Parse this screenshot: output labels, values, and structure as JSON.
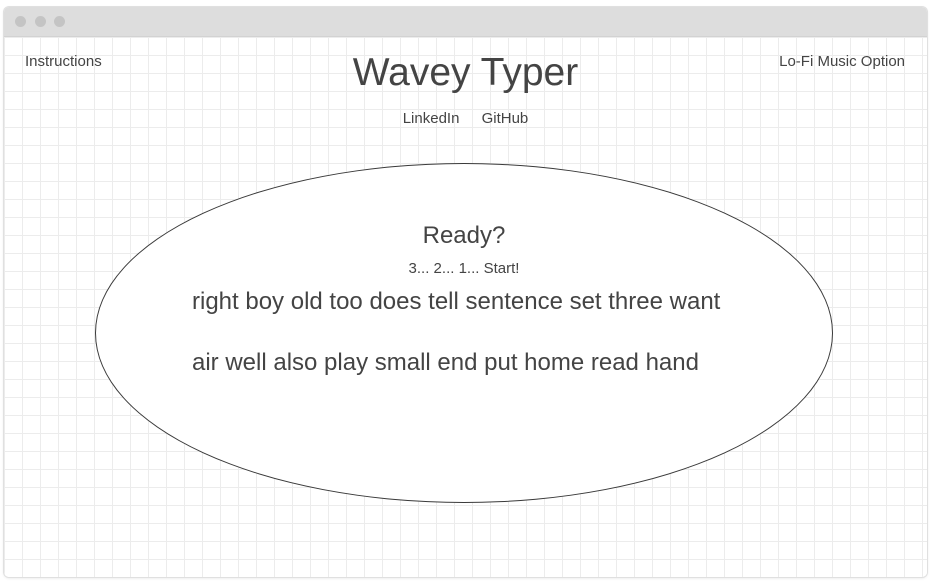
{
  "header": {
    "instructions_label": "Instructions",
    "music_label": "Lo-Fi Music Option",
    "title": "Wavey Typer"
  },
  "social": {
    "linkedin_label": "LinkedIn",
    "github_label": "GitHub"
  },
  "game": {
    "ready_text": "Ready?",
    "countdown_text": "3... 2... 1... Start!",
    "word_lines": [
      "right boy old too does tell sentence set three want",
      "air well also play small end put home read hand"
    ]
  },
  "colors": {
    "text": "#444444",
    "titlebar": "#dddddd",
    "grid": "#ececec",
    "oval_border": "#3a3a3a"
  }
}
